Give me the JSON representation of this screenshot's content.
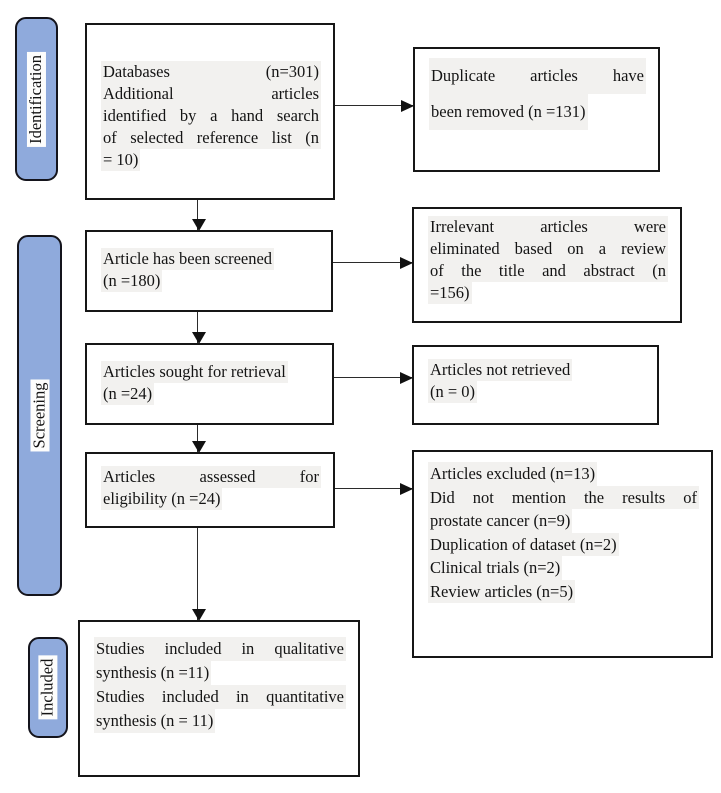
{
  "stages": [
    {
      "label": "Identification"
    },
    {
      "label": "Screening"
    },
    {
      "label": "Included"
    }
  ],
  "flow": {
    "identified": {
      "lines": [
        "Databases (n=301)",
        "Additional articles",
        "identified by a hand search",
        "of selected reference list (n",
        "= 10)"
      ]
    },
    "screened": {
      "lines": [
        "Article has been screened",
        "(n =180)"
      ]
    },
    "sought": {
      "lines": [
        "Articles sought for retrieval",
        "(n =24)"
      ]
    },
    "assessed": {
      "lines": [
        "Articles assessed for",
        "eligibility (n =24)"
      ]
    },
    "included": {
      "lines": [
        "Studies included in qualitative",
        "synthesis (n =11)",
        "Studies included in quantitative",
        "synthesis (n = 11)"
      ]
    }
  },
  "exclusions": {
    "duplicates": {
      "lines": [
        "Duplicate articles have",
        "been removed (n =131)"
      ]
    },
    "irrelevant": {
      "lines": [
        "Irrelevant articles were",
        "eliminated based on a review",
        "of the title and abstract (n",
        "=156)"
      ]
    },
    "not_retrieved": {
      "lines": [
        "Articles not retrieved",
        "(n = 0)"
      ]
    },
    "excluded": {
      "lines": [
        "Articles excluded (n=13)",
        "Did not mention the results of",
        "prostate cancer (n=9)",
        "Duplication of dataset (n=2)",
        "Clinical trials (n=2)",
        "Review articles (n=5)"
      ]
    }
  },
  "colors": {
    "stage-fill": "#8FAADC",
    "stage-border": "#14141c",
    "box-border": "#161616",
    "line-color": "#2b2b2b",
    "highlight": "#f2f1ef"
  }
}
